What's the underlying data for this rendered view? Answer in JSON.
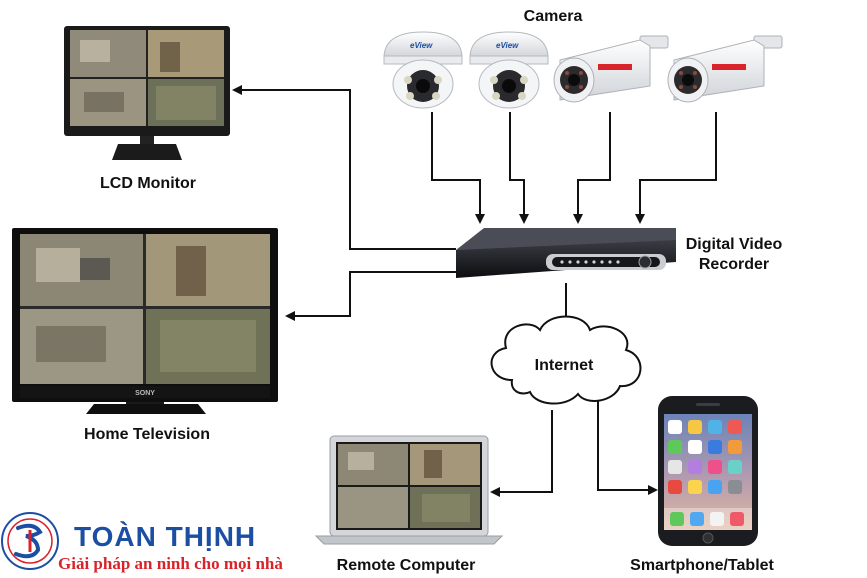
{
  "labels": {
    "camera": "Camera",
    "lcd_monitor": "LCD Monitor",
    "home_television": "Home Television",
    "dvr_line1": "Digital Video",
    "dvr_line2": "Recorder",
    "internet": "Internet",
    "remote_computer": "Remote Computer",
    "smartphone": "Smartphone/Tablet"
  },
  "camera_brand": "eView",
  "tv_brand": "SONY",
  "logo": {
    "name": "TOÀN THỊNH",
    "tagline": "Giải pháp an ninh cho mọi nhà",
    "colors": {
      "blue": "#1c4fa3",
      "red": "#d8232a"
    }
  },
  "icons": [
    "monitor-icon",
    "television-icon",
    "dome-camera-icon",
    "bullet-camera-icon",
    "dvr-icon",
    "cloud-icon",
    "laptop-icon",
    "smartphone-icon",
    "logo-icon"
  ]
}
